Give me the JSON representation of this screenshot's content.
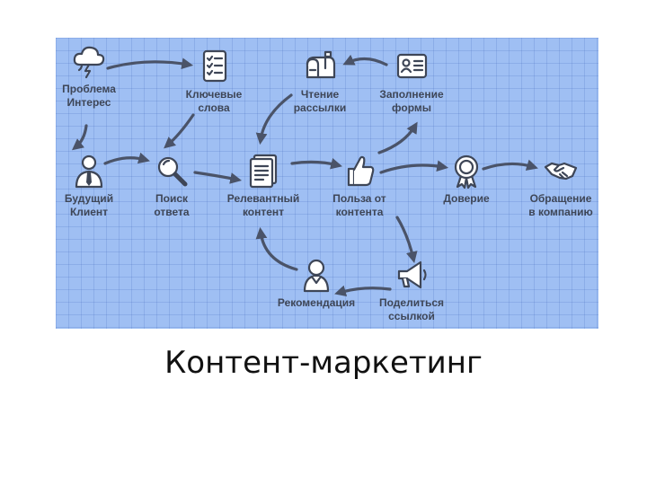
{
  "caption": "Контент-маркетинг",
  "nodes": {
    "problem": "Проблема\nИнтерес",
    "keywords": "Ключевые\nслова",
    "newsletter": "Чтение\nрассылки",
    "form": "Заполнение\nформы",
    "future_client": "Будущий\nКлиент",
    "search": "Поиск\nответа",
    "relevant": "Релевантный\nконтент",
    "benefit": "Польза от\nконтента",
    "trust": "Доверие",
    "contact": "Обращение\nв компанию",
    "recommendation": "Рекомендация",
    "share": "Поделиться\nссылкой"
  },
  "icons": {
    "problem": "storm-cloud-icon",
    "keywords": "checklist-icon",
    "newsletter": "mailbox-icon",
    "form": "form-card-icon",
    "future_client": "person-tie-icon",
    "search": "magnifier-icon",
    "relevant": "document-icon",
    "benefit": "thumbs-up-icon",
    "trust": "award-badge-icon",
    "contact": "handshake-icon",
    "recommendation": "person-icon",
    "share": "megaphone-icon"
  },
  "colors": {
    "background": "#9fbff3",
    "ink": "#3e4657"
  }
}
